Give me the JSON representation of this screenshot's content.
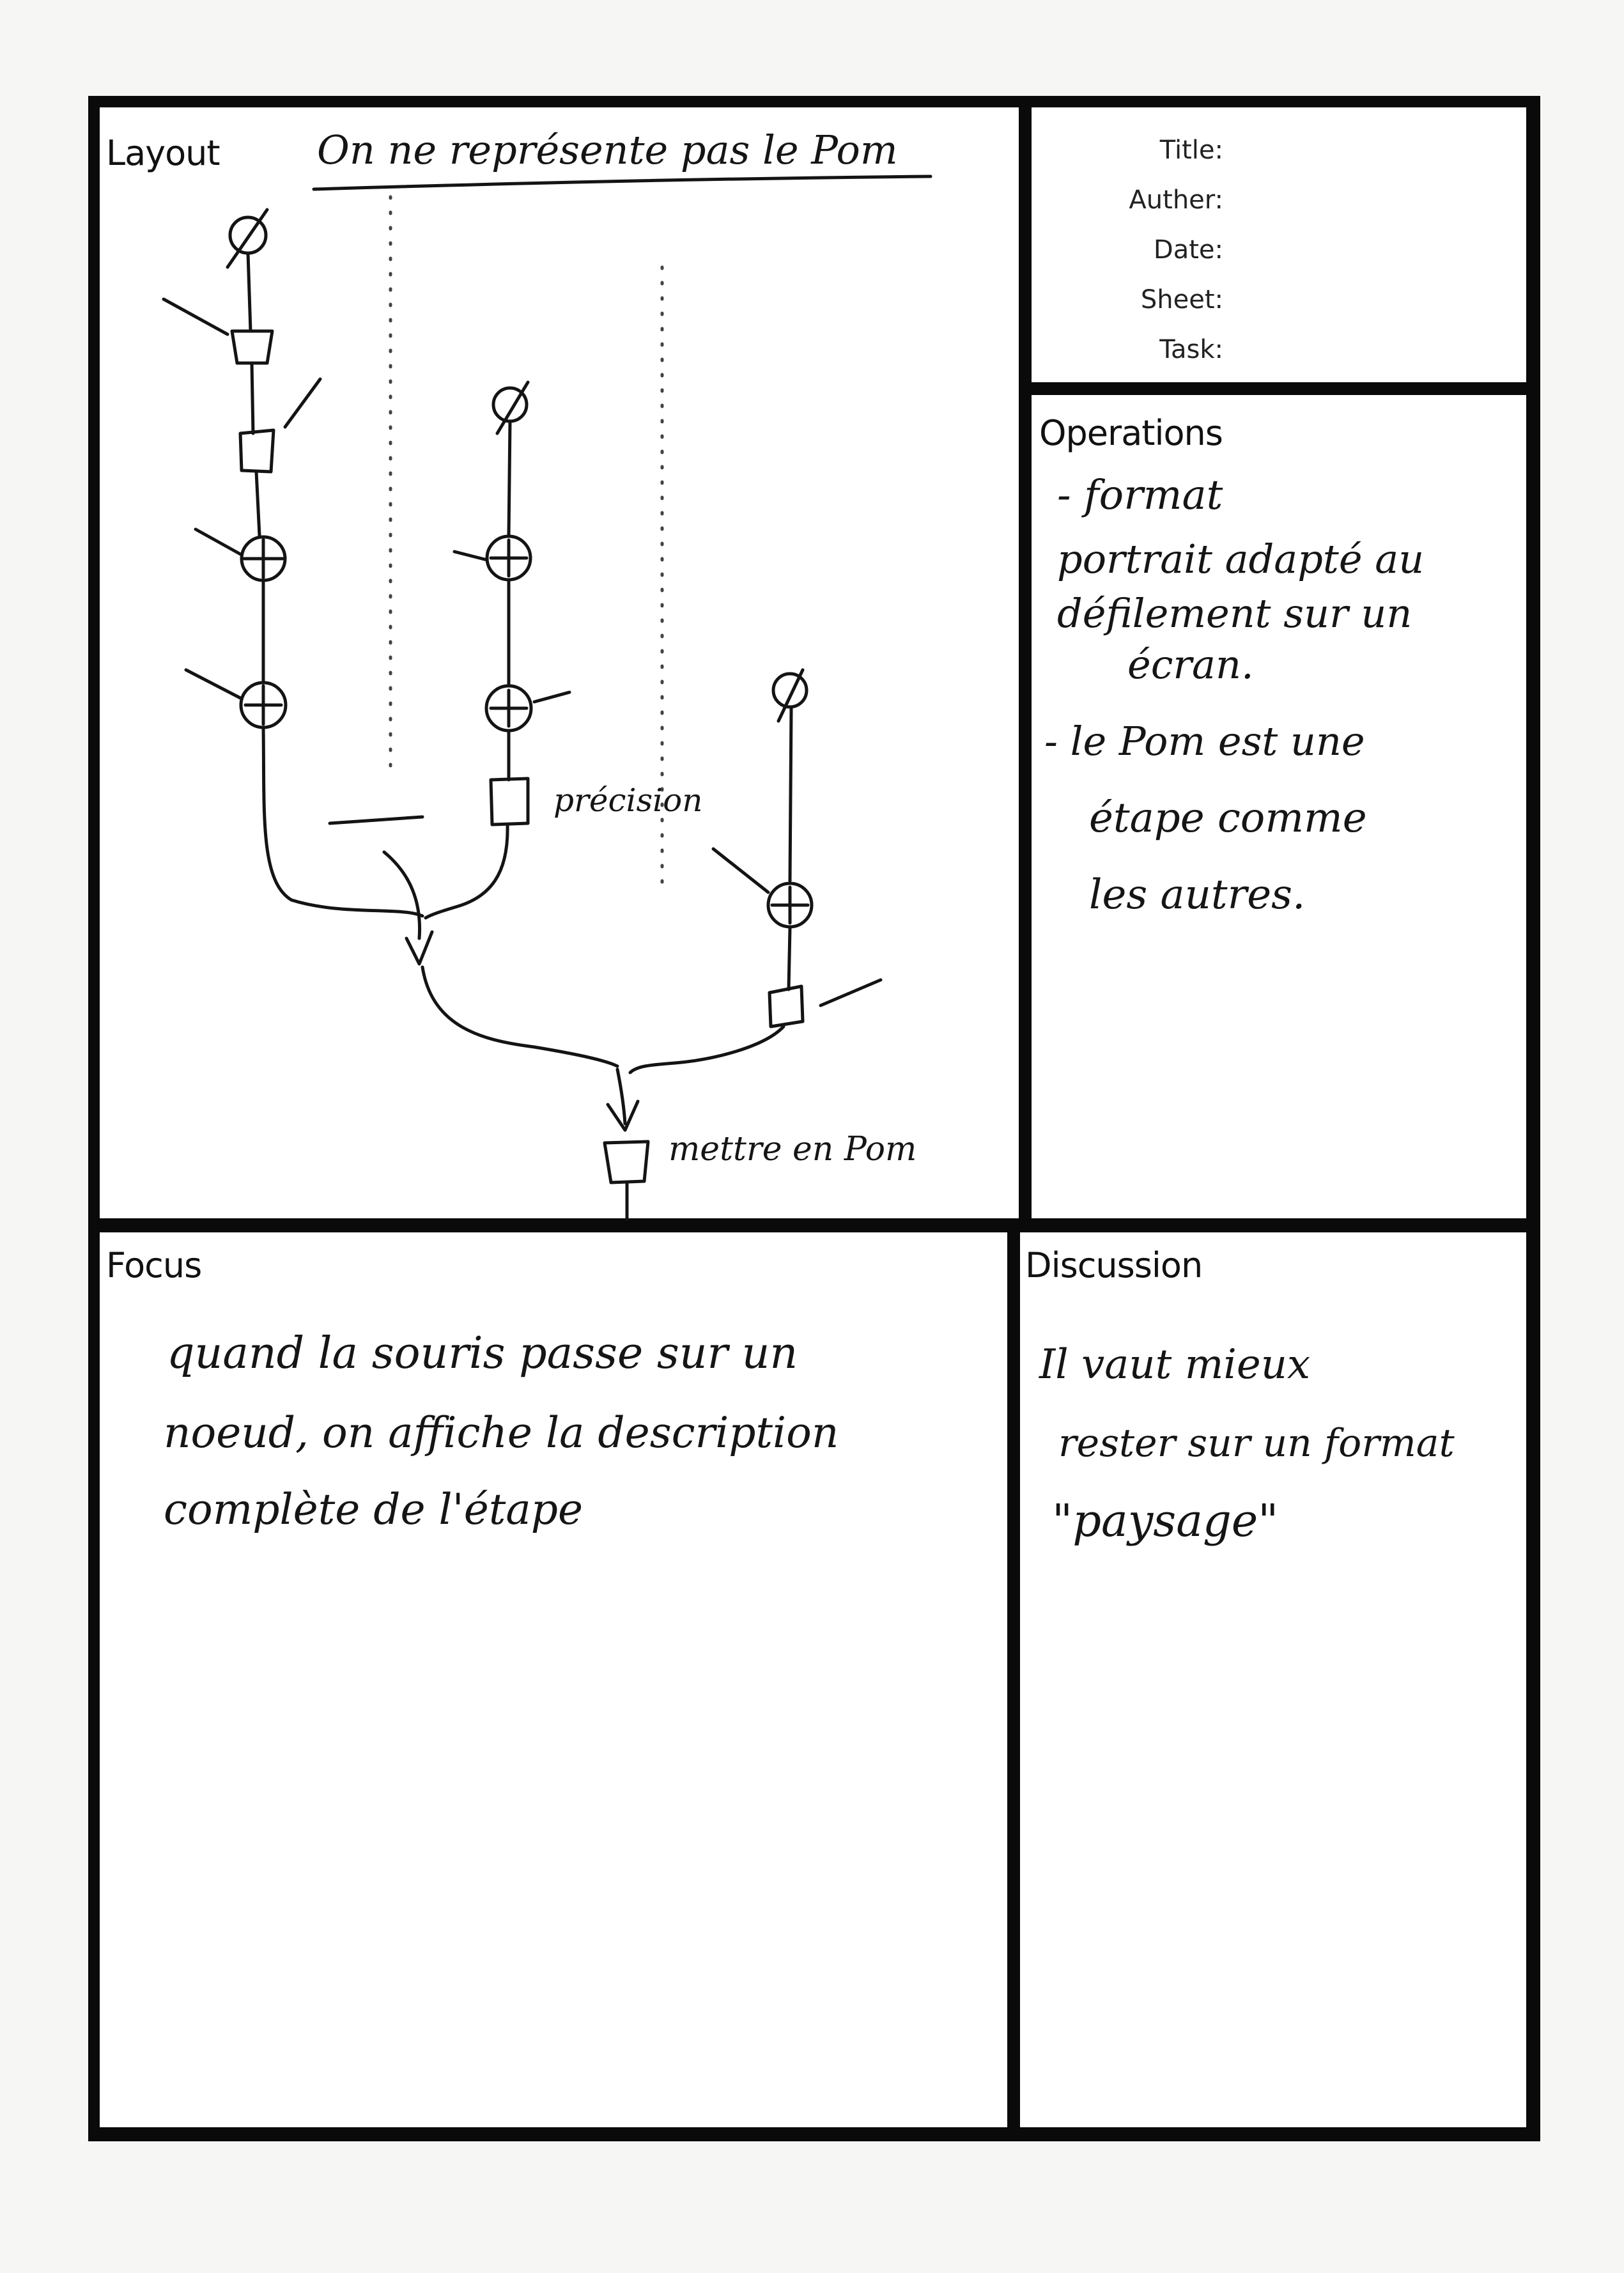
{
  "panels": {
    "layout": {
      "label": "Layout",
      "heading": "On ne représente pas le Pom"
    },
    "meta": {
      "labels": [
        "Title:",
        "Auther:",
        "Date:",
        "Sheet:",
        "Task:"
      ]
    },
    "operations": {
      "label": "Operations",
      "lines": [
        "- format",
        "portrait adapté au",
        "défilement sur un",
        "écran.",
        "- le Pom est une",
        "étape comme",
        "les autres."
      ]
    },
    "focus": {
      "label": "Focus",
      "lines": [
        "quand la souris passe sur un",
        "noeud, on affiche la description",
        "complète de l'étape"
      ]
    },
    "discussion": {
      "label": "Discussion",
      "lines": [
        "Il vaut mieux",
        "rester sur un format",
        "\"paysage\""
      ]
    }
  },
  "diagram": {
    "annotations": {
      "precision": "précision",
      "merge": "mettre en Pom"
    },
    "symbols": {
      "start": "Ø",
      "plus": "+"
    }
  }
}
